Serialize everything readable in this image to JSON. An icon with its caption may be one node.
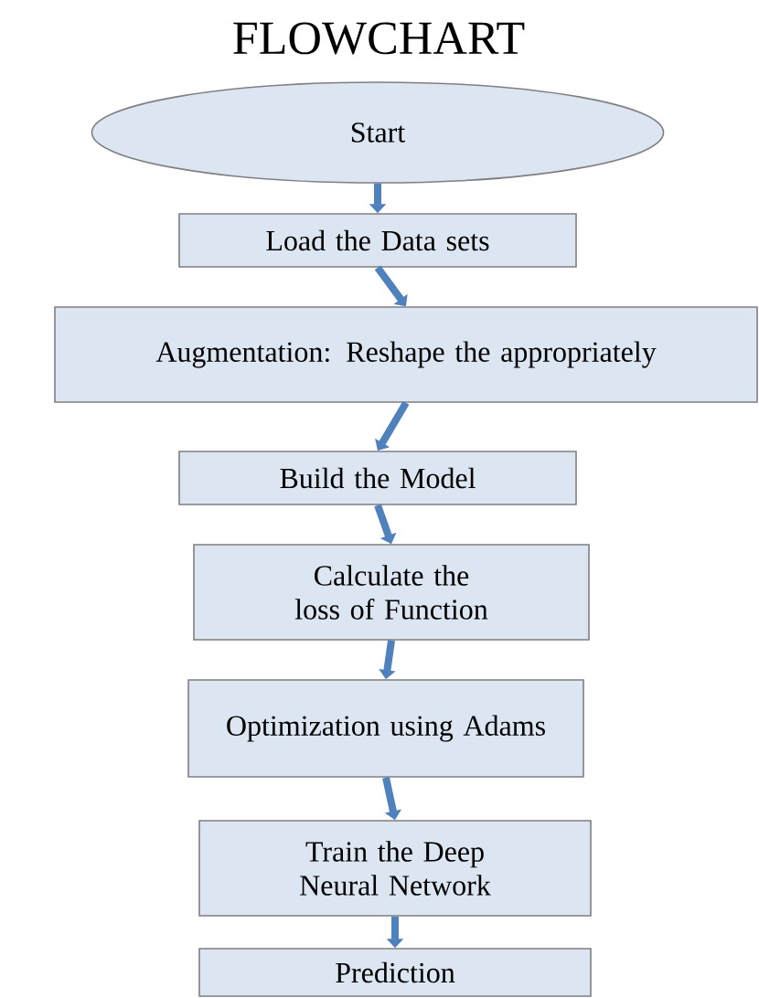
{
  "diagram": {
    "title": "FLOWCHART",
    "nodes": [
      {
        "text": [
          "Start"
        ]
      },
      {
        "text": [
          "Load the Data sets"
        ]
      },
      {
        "text": [
          "Augmentation: Reshape the appropriately"
        ]
      },
      {
        "text": [
          "Build the Model"
        ]
      },
      {
        "text": [
          "Calculate the loss of Function"
        ]
      },
      {
        "text": [
          "Optimization using Adams"
        ]
      },
      {
        "text": [
          "Train the Deep Neural Network"
        ]
      },
      {
        "text": [
          "Prediction"
        ]
      }
    ],
    "edges": [
      {
        "from": 0,
        "to": 1,
        "arrow": "to"
      },
      {
        "from": 1,
        "to": 2,
        "arrow": "to"
      },
      {
        "from": 2,
        "to": 3,
        "arrow": "to"
      },
      {
        "from": 3,
        "to": 4,
        "arrow": "to"
      },
      {
        "from": 4,
        "to": 5,
        "arrow": "to"
      },
      {
        "from": 5,
        "to": 6,
        "arrow": "to"
      },
      {
        "from": 6,
        "to": 7,
        "arrow": "to"
      }
    ]
  }
}
